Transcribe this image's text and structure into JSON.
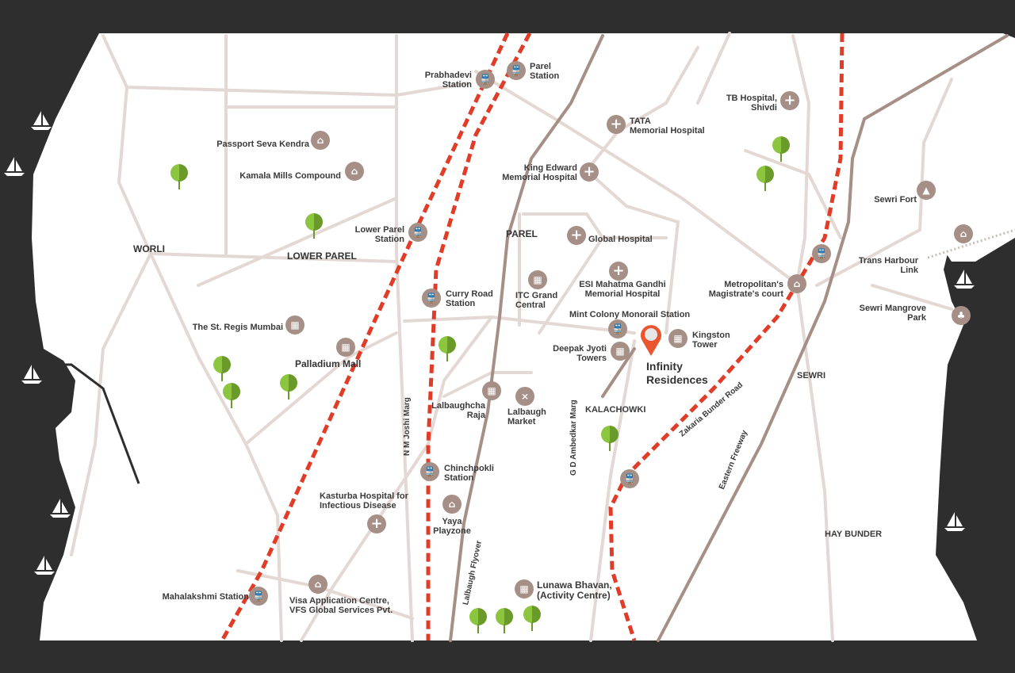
{
  "accent_colors": {
    "rail": "#e03c28",
    "poi": "#a58f86",
    "road": "#e3d8d4",
    "flyover": "#a58f86",
    "water": "#2e2e2e",
    "tree": "#7fae2e",
    "pin": "#e8552e"
  },
  "labels": [
    "Prabhadevi\nStation",
    "Parel\nStation",
    "TB Hospital,\nShivdi",
    "TATA\nMemorial Hospital",
    "Passport Seva Kendra",
    "Kamala Mills Compound",
    "King Edward\nMemorial Hospital",
    "Sewri Fort",
    "Lower Parel\nStation",
    "PAREL",
    "Global Hospital",
    "WORLI",
    "LOWER PAREL",
    "Trans Harbour\nLink",
    "Curry Road\nStation",
    "ITC Grand\nCentral",
    "ESI Mahatma Gandhi\nMemorial Hospital",
    "Metropolitan's\nMagistrate's court",
    "Sewri Mangrove\nPark",
    "Mint Colony Monorail Station",
    "The St. Regis Mumbai",
    "Kingston\nTower",
    "Deepak Jyoti\nTowers",
    "Palladium Mall",
    "Infinity\nResidences",
    "SEWRI",
    "Lalbaughcha\nRaja",
    "Lalbaugh\nMarket",
    "KALACHOWKI",
    "Zakaria Bunder Road",
    "N M Joshi Marg",
    "G D Ambedkar Marg",
    "Eastern Freeway",
    "Chinchpokli\nStation",
    "Kasturba Hospital for\nInfectious Disease",
    "Yaya\nPlayzone",
    "Lalbaugh Flyover",
    "HAY BUNDER",
    "Lunawa Bhavan,\n(Activity Centre)",
    "Mahalakshmi Station",
    "Visa Application Centre,\nVFS Global Services Pvt."
  ]
}
